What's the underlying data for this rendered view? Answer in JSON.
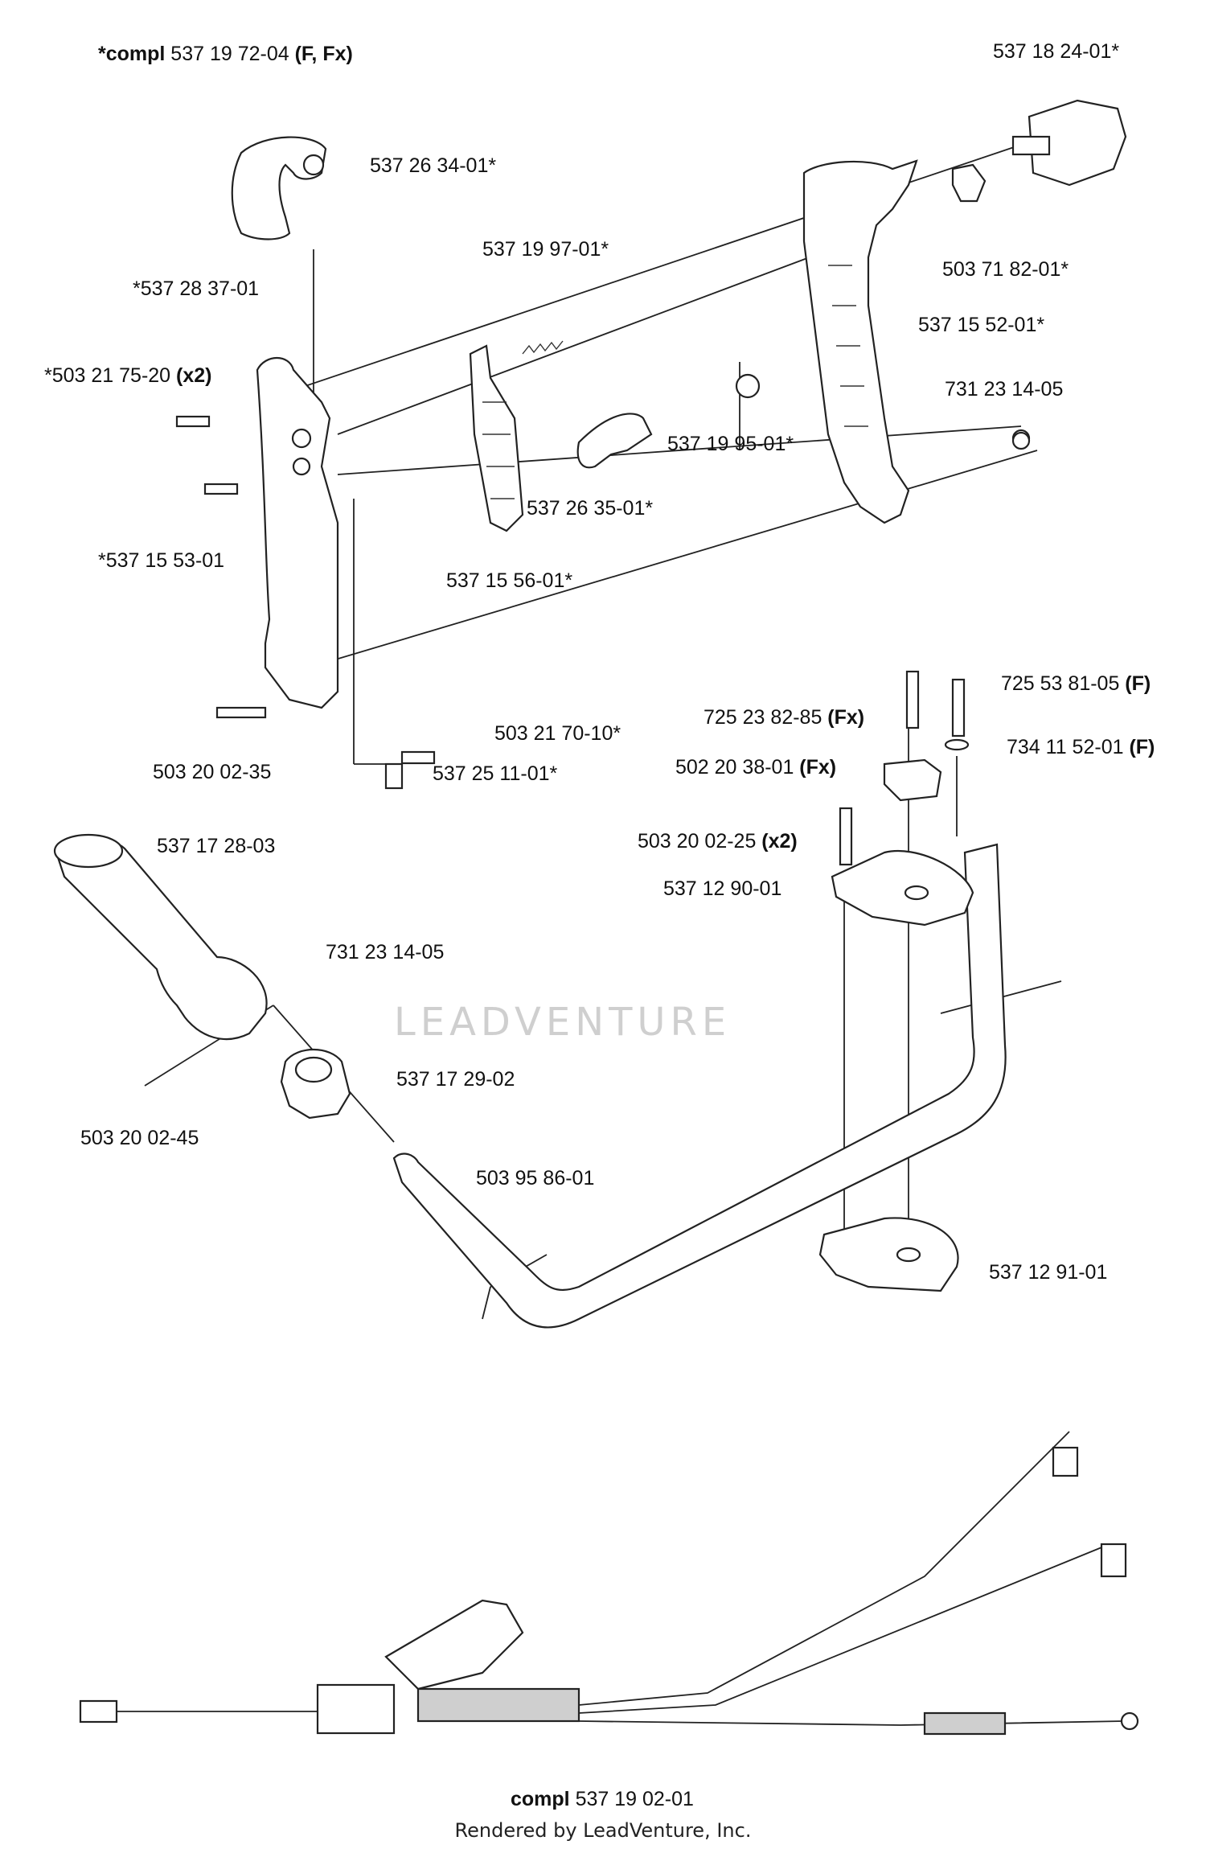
{
  "labels": [
    {
      "id": "compl-537-19-72-04",
      "pre": "*compl",
      "text": " 537 19 72-04 ",
      "suffix": "(F, Fx)"
    },
    {
      "id": "537-18-24-01",
      "pre": "",
      "text": "537 18 24-01*",
      "suffix": ""
    },
    {
      "id": "537-26-34-01",
      "pre": "",
      "text": "537 26 34-01*",
      "suffix": ""
    },
    {
      "id": "537-19-97-01",
      "pre": "",
      "text": "537 19 97-01*",
      "suffix": ""
    },
    {
      "id": "537-28-37-01",
      "pre": "",
      "text": "*537 28 37-01",
      "suffix": ""
    },
    {
      "id": "503-71-82-01",
      "pre": "",
      "text": "503 71 82-01*",
      "suffix": ""
    },
    {
      "id": "537-15-52-01",
      "pre": "",
      "text": "537 15 52-01*",
      "suffix": ""
    },
    {
      "id": "503-21-75-20",
      "pre": "",
      "text": "*503 21 75-20 ",
      "suffix": "(x2)"
    },
    {
      "id": "731-23-14-05-top",
      "pre": "",
      "text": "731 23 14-05",
      "suffix": ""
    },
    {
      "id": "537-19-95-01",
      "pre": "",
      "text": "537 19 95-01*",
      "suffix": ""
    },
    {
      "id": "537-26-35-01",
      "pre": "",
      "text": "537 26 35-01*",
      "suffix": ""
    },
    {
      "id": "537-15-53-01",
      "pre": "",
      "text": "*537 15 53-01",
      "suffix": ""
    },
    {
      "id": "537-15-56-01",
      "pre": "",
      "text": "537 15 56-01*",
      "suffix": ""
    },
    {
      "id": "725-53-81-05",
      "pre": "",
      "text": "725 53 81-05 ",
      "suffix": "(F)"
    },
    {
      "id": "725-23-82-85",
      "pre": "",
      "text": "725 23 82-85 ",
      "suffix": "(Fx)"
    },
    {
      "id": "734-11-52-01",
      "pre": "",
      "text": "734 11 52-01 ",
      "suffix": "(F)"
    },
    {
      "id": "503-21-70-10",
      "pre": "",
      "text": "503 21 70-10*",
      "suffix": ""
    },
    {
      "id": "503-20-02-35",
      "pre": "",
      "text": "503 20 02-35",
      "suffix": ""
    },
    {
      "id": "537-25-11-01",
      "pre": "",
      "text": "537 25 11-01*",
      "suffix": ""
    },
    {
      "id": "502-20-38-01",
      "pre": "",
      "text": "502 20 38-01 ",
      "suffix": "(Fx)"
    },
    {
      "id": "537-17-28-03",
      "pre": "",
      "text": "537 17 28-03",
      "suffix": ""
    },
    {
      "id": "503-20-02-25",
      "pre": "",
      "text": "503 20 02-25 ",
      "suffix": "(x2)"
    },
    {
      "id": "537-12-90-01",
      "pre": "",
      "text": "537 12 90-01",
      "suffix": ""
    },
    {
      "id": "731-23-14-05-mid",
      "pre": "",
      "text": "731 23 14-05",
      "suffix": ""
    },
    {
      "id": "537-17-29-02",
      "pre": "",
      "text": "537 17 29-02",
      "suffix": ""
    },
    {
      "id": "503-20-02-45",
      "pre": "",
      "text": "503 20 02-45",
      "suffix": ""
    },
    {
      "id": "503-95-86-01",
      "pre": "",
      "text": "503 95 86-01",
      "suffix": ""
    },
    {
      "id": "537-12-91-01",
      "pre": "",
      "text": "537 12 91-01",
      "suffix": ""
    },
    {
      "id": "compl-537-19-02-01",
      "pre": "compl",
      "text": " 537 19 02-01",
      "suffix": ""
    }
  ],
  "watermark": "LEADVENTURE",
  "footer": "Rendered by LeadVenture, Inc."
}
